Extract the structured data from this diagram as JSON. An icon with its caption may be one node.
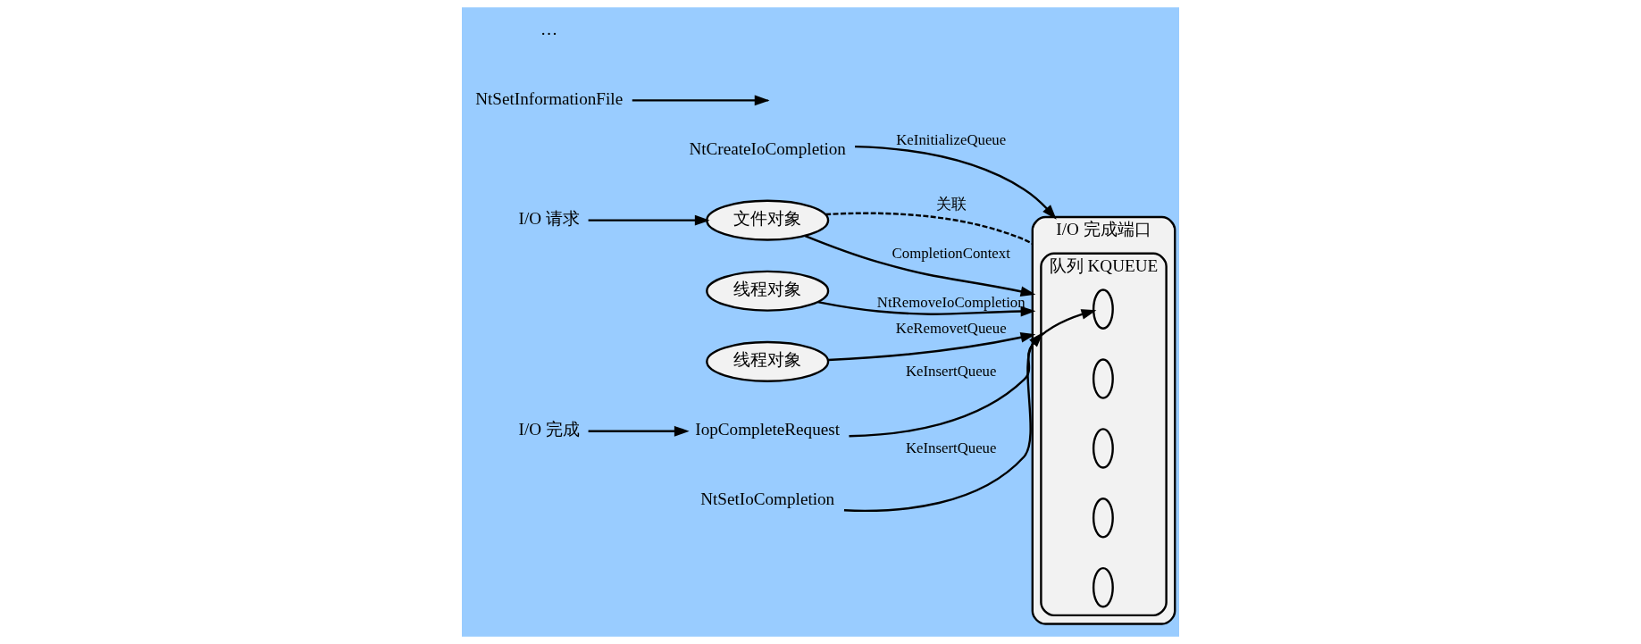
{
  "diagram": {
    "nodes": [
      {
        "text": [
          "NtCreateIoCompletion"
        ]
      },
      {
        "text": [
          "NtSetInformationFile"
        ]
      },
      {
        "text": [
          "I/O 请求"
        ]
      },
      {
        "text": [
          "文件对象"
        ]
      },
      {
        "text": [
          "I/O 完成端口"
        ]
      },
      {
        "text": [
          "队列 KQUEUE"
        ],
        "in": 4
      },
      {
        "text": [],
        "shape": "ellipse",
        "in": 5
      },
      {
        "text": [],
        "shape": "ellipse",
        "in": 5
      },
      {
        "text": [],
        "shape": "ellipse",
        "in": 5
      },
      {
        "text": [],
        "shape": "ellipse",
        "in": 5
      },
      {
        "text": [],
        "shape": "ellipse",
        "in": 5
      },
      {
        "text": [
          "线程对象"
        ]
      },
      {
        "text": [
          "线程对象"
        ]
      },
      {
        "text": [
          "I/O 完成"
        ]
      },
      {
        "text": [
          "IopCompleteRequest"
        ]
      },
      {
        "text": [
          "NtSetIoCompletion"
        ]
      }
    ],
    "edges": [
      {
        "from": 0,
        "to": 4,
        "arrow": "to",
        "label": "KeInitializeQueue"
      },
      {
        "from": 1,
        "to": null,
        "arrow": "to"
      },
      {
        "from": 2,
        "to": 3,
        "arrow": "to"
      },
      {
        "from": 3,
        "to": 4,
        "arrow": "none",
        "style": "dashed",
        "label": "关联"
      },
      {
        "from": 3,
        "to": 4,
        "arrow": "to",
        "label": "CompletionContext"
      },
      {
        "from": 11,
        "to": 4,
        "arrow": "to",
        "label": "NtRemoveIoCompletion"
      },
      {
        "from": 12,
        "to": 4,
        "arrow": "to",
        "label": "KeRemovetQueue"
      },
      {
        "from": 13,
        "to": 14,
        "arrow": "to"
      },
      {
        "from": 14,
        "to": 6,
        "arrow": "to",
        "label": "KeInsertQueue"
      },
      {
        "from": 15,
        "to": 5,
        "arrow": "to",
        "label": "KeInsertQueue"
      }
    ],
    "labels": [
      "…"
    ]
  }
}
